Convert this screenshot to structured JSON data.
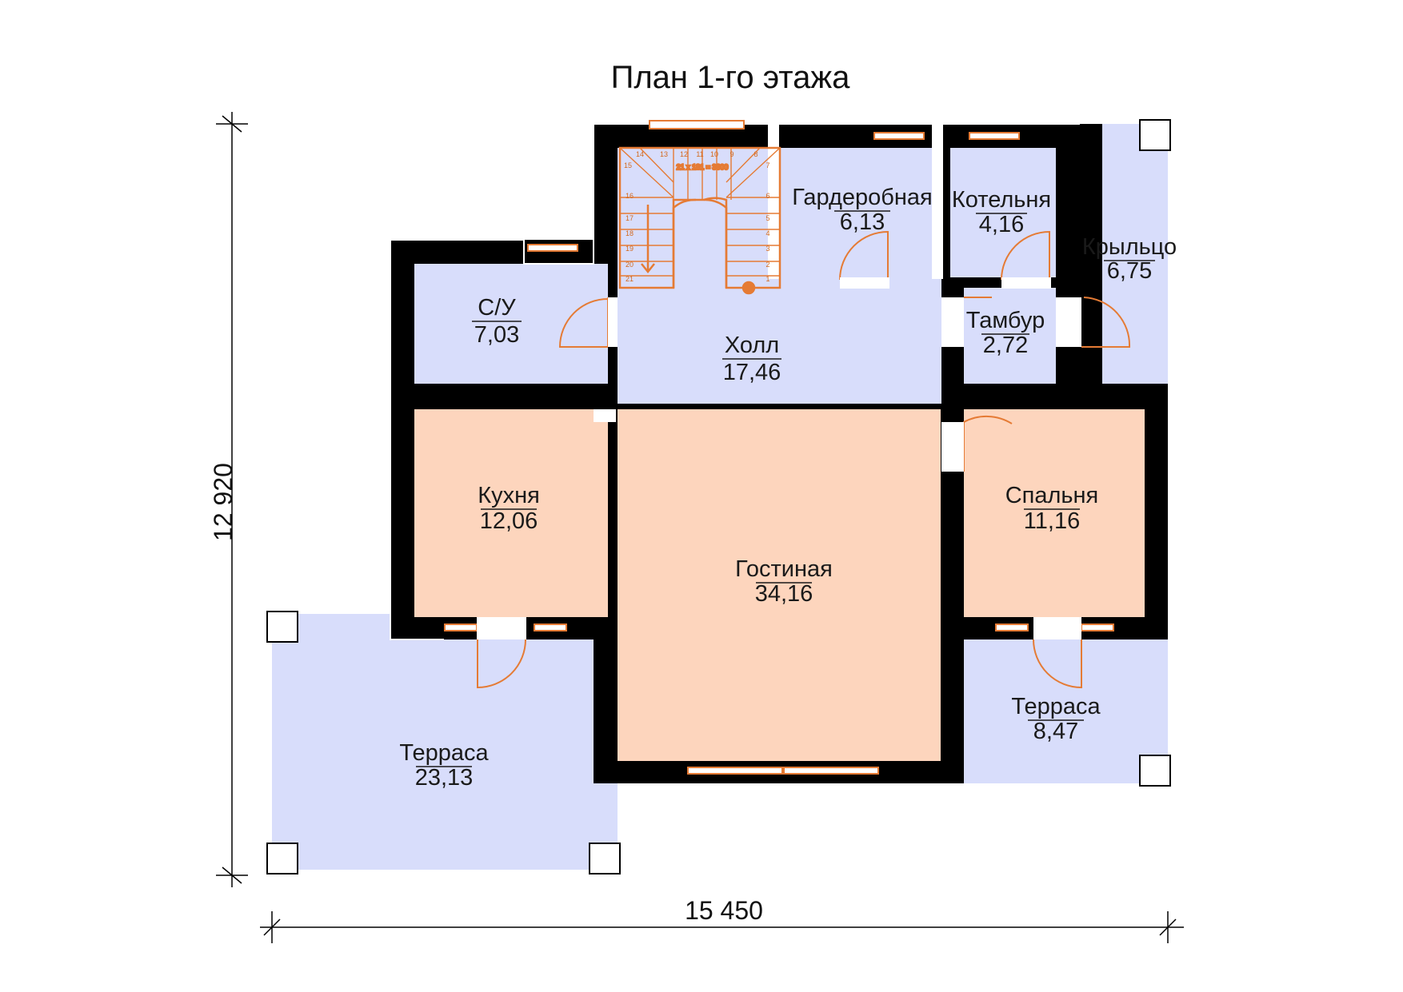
{
  "title": "План 1-го этажа",
  "dimensions": {
    "height": "12 920",
    "width": "15 450"
  },
  "stair_label": "21 x 181 = 3800",
  "colors": {
    "wall": "#000000",
    "cold_zone": "#d8ddfb",
    "warm_zone": "#fdd5bd",
    "accent": "#e57b35"
  },
  "rooms": {
    "su": {
      "name": "С/У",
      "area": "7,03"
    },
    "holl": {
      "name": "Холл",
      "area": "17,46"
    },
    "garderobnaya": {
      "name": "Гардеробная",
      "area": "6,13"
    },
    "kotelnaya": {
      "name": "Котельня",
      "area": "4,16"
    },
    "krylco": {
      "name": "Крыльцо",
      "area": "6,75"
    },
    "tambur": {
      "name": "Тамбур",
      "area": "2,72"
    },
    "kukhnya": {
      "name": "Кухня",
      "area": "12,06"
    },
    "gostinaya": {
      "name": "Гостиная",
      "area": "34,16"
    },
    "spalnya": {
      "name": "Спальня",
      "area": "11,16"
    },
    "terrasa_big": {
      "name": "Терраса",
      "area": "23,13"
    },
    "terrasa_small": {
      "name": "Терраса",
      "area": "8,47"
    }
  },
  "stair_steps": [
    "1",
    "2",
    "3",
    "4",
    "5",
    "6",
    "7",
    "8",
    "9",
    "10",
    "11",
    "12",
    "13",
    "14",
    "15",
    "16",
    "17",
    "18",
    "19",
    "20",
    "21"
  ]
}
